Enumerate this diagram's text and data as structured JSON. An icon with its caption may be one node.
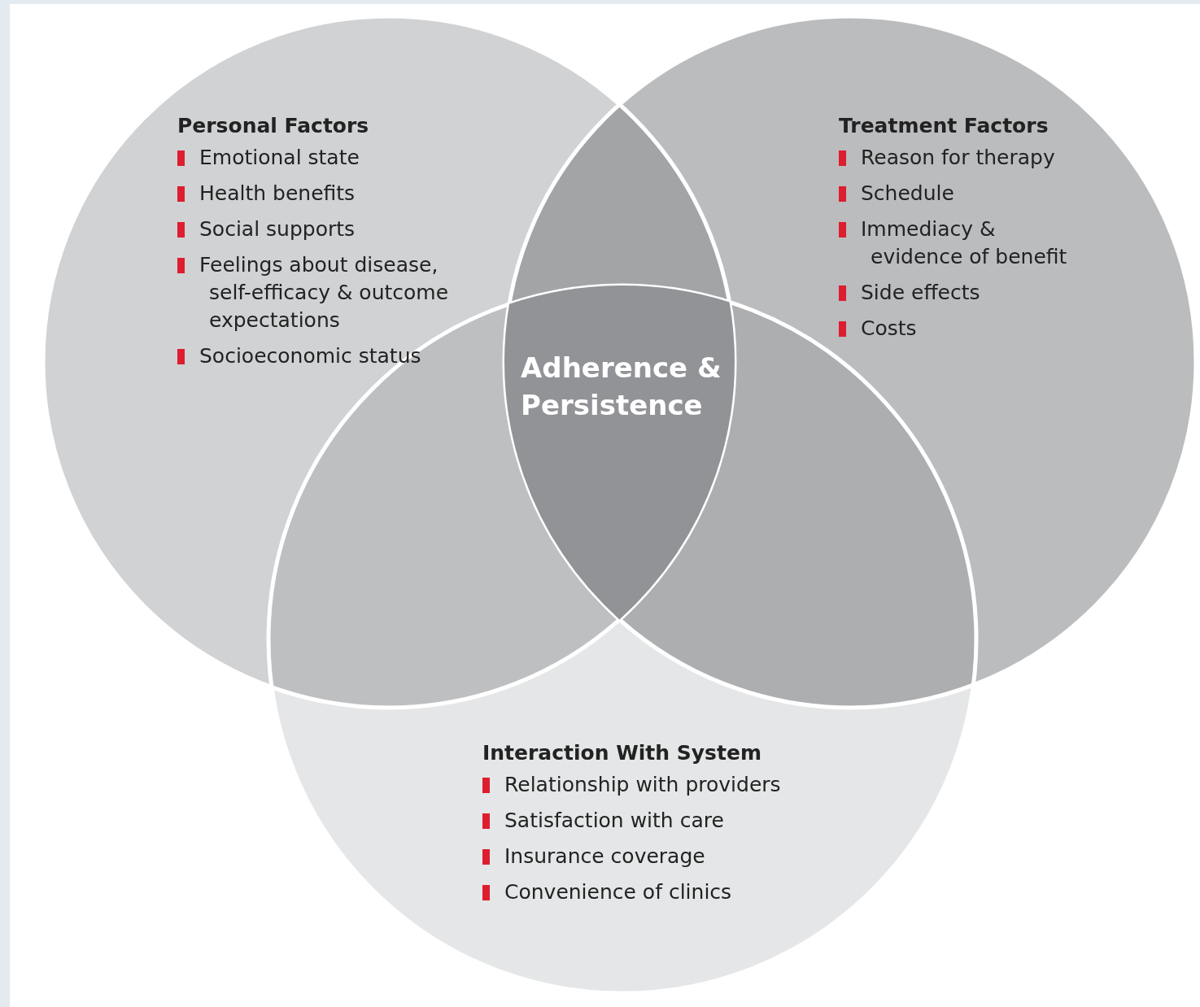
{
  "diagram": {
    "nodes": [
      {
        "text": [
          "Personal Factors",
          "Emotional state",
          "Health benefits",
          "Social supports",
          "Feelings about disease, self-efficacy & outcome expectations",
          "Socioeconomic status"
        ]
      },
      {
        "text": [
          "Treatment Factors",
          "Reason for therapy",
          "Schedule",
          "Immediacy & evidence of benefit",
          "Side effects",
          "Costs"
        ]
      },
      {
        "text": [
          "Interaction With System",
          "Relationship with providers",
          "Satisfaction with care",
          "Insurance coverage",
          "Convenience of clinics"
        ]
      },
      {
        "text": [
          "Adherence & Persistence"
        ]
      }
    ],
    "edges": []
  }
}
